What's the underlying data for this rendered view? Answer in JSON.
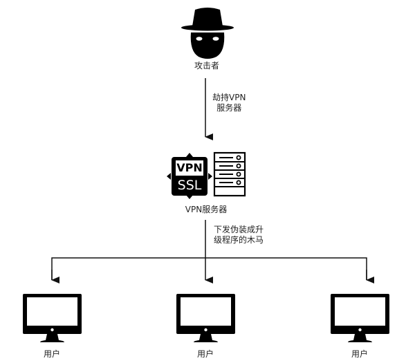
{
  "diagram": {
    "nodes": {
      "attacker": {
        "label": "攻击者",
        "icon": "hacker-icon"
      },
      "vpn_server": {
        "label": "VPN服务器",
        "icon": "vpn-ssl-server-icon",
        "badge_top": "VPN",
        "badge_bottom": "SSL"
      },
      "users": [
        {
          "label": "用户",
          "icon": "monitor-icon"
        },
        {
          "label": "用户",
          "icon": "monitor-icon"
        },
        {
          "label": "用户",
          "icon": "monitor-icon"
        }
      ]
    },
    "edges": {
      "attacker_to_server": {
        "line1": "劫持VPN",
        "line2": "服务器"
      },
      "server_to_users": {
        "line1": "下发伪装成升",
        "line2": "级程序的木马"
      }
    },
    "colors": {
      "stroke": "#111111",
      "background": "#ffffff"
    }
  }
}
